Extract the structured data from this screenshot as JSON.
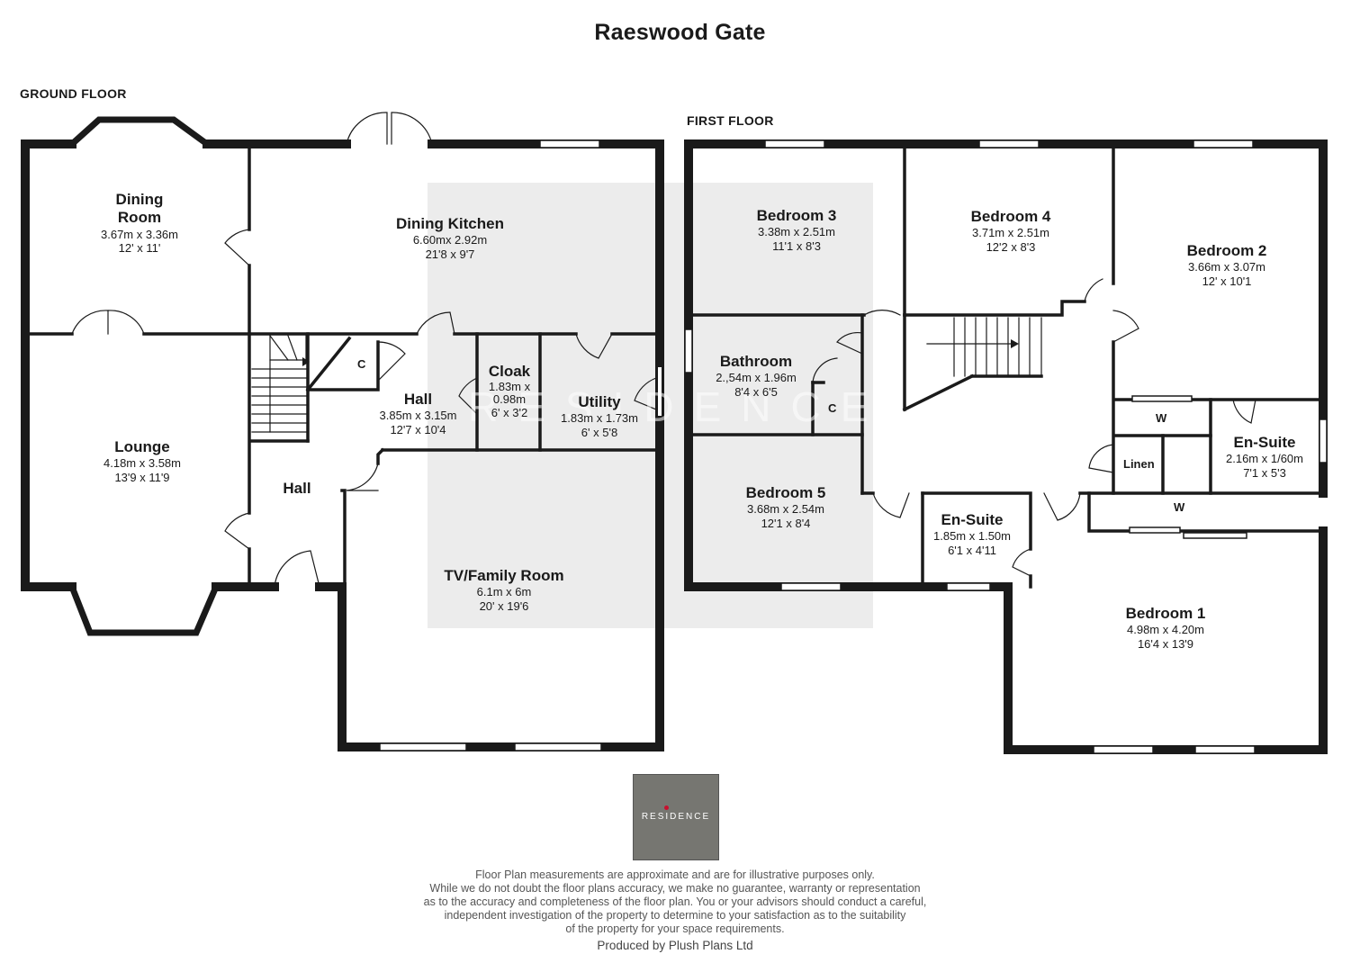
{
  "title": "Raeswood Gate",
  "floors": {
    "ground": "GROUND FLOOR",
    "first": "FIRST FLOOR"
  },
  "rooms": {
    "dining_room": {
      "name": "Dining\nRoom",
      "metric": "3.67m x 3.36m",
      "imperial": "12' x 11'"
    },
    "dining_kitchen": {
      "name": "Dining Kitchen",
      "metric": "6.60mx  2.92m",
      "imperial": "21'8 x 9'7"
    },
    "lounge": {
      "name": "Lounge",
      "metric": "4.18m x 3.58m",
      "imperial": "13'9 x 11'9"
    },
    "hall_ground_upper": {
      "name": "Hall",
      "metric": "3.85m x 3.15m",
      "imperial": "12'7 x 10'4"
    },
    "hall_ground_lower": {
      "name": "Hall"
    },
    "cloak": {
      "name": "Cloak",
      "metric": "1.83m x\n0.98m",
      "imperial": "6' x 3'2"
    },
    "utility": {
      "name": "Utility",
      "metric": "1.83m x 1.73m",
      "imperial": "6' x 5'8"
    },
    "tv_family_room": {
      "name": "TV/Family Room",
      "metric": "6.1m x 6m",
      "imperial": "20' x 19'6"
    },
    "bedroom3": {
      "name": "Bedroom 3",
      "metric": "3.38m x 2.51m",
      "imperial": "11'1 x 8'3"
    },
    "bedroom4": {
      "name": "Bedroom 4",
      "metric": "3.71m x 2.51m",
      "imperial": "12'2 x 8'3"
    },
    "bedroom2": {
      "name": "Bedroom 2",
      "metric": "3.66m x 3.07m",
      "imperial": "12' x 10'1"
    },
    "bathroom": {
      "name": "Bathroom",
      "metric": "2.,54m x 1.96m",
      "imperial": "8'4 x 6'5"
    },
    "bedroom5": {
      "name": "Bedroom 5",
      "metric": "3.68m x 2.54m",
      "imperial": "12'1 x 8'4"
    },
    "ensuite_small": {
      "name": "En-Suite",
      "metric": "1.85m x 1.50m",
      "imperial": "6'1 x 4'11"
    },
    "ensuite_bed2": {
      "name": "En-Suite",
      "metric": "2.16m x 1/60m",
      "imperial": "7'1 x 5'3"
    },
    "bedroom1": {
      "name": "Bedroom 1",
      "metric": "4.98m x 4.20m",
      "imperial": "16'4 x 13'9"
    }
  },
  "labels": {
    "c_ground": "C",
    "c_first": "C",
    "w_bed2": "W",
    "w_bed1": "W",
    "linen": "Linen"
  },
  "watermark": "RESIDENCE",
  "logo_text": "RESIDENCE",
  "disclaimer": "Floor Plan measurements are approximate and are for illustrative purposes only.\nWhile we do not doubt the floor plans accuracy, we make no guarantee, warranty or representation\nas to the accuracy and completeness of the floor plan. You or your advisors should conduct a careful,\nindependent investigation of the property to determine to your satisfaction as to the suitability\nof the property for your space requirements.",
  "producer": "Produced by Plush Plans Ltd",
  "colors": {
    "wall": "#1a1a1a",
    "watermark_bg": "#b9b9b9",
    "logo_bg": "#767671",
    "logo_dot": "#c8102e"
  }
}
